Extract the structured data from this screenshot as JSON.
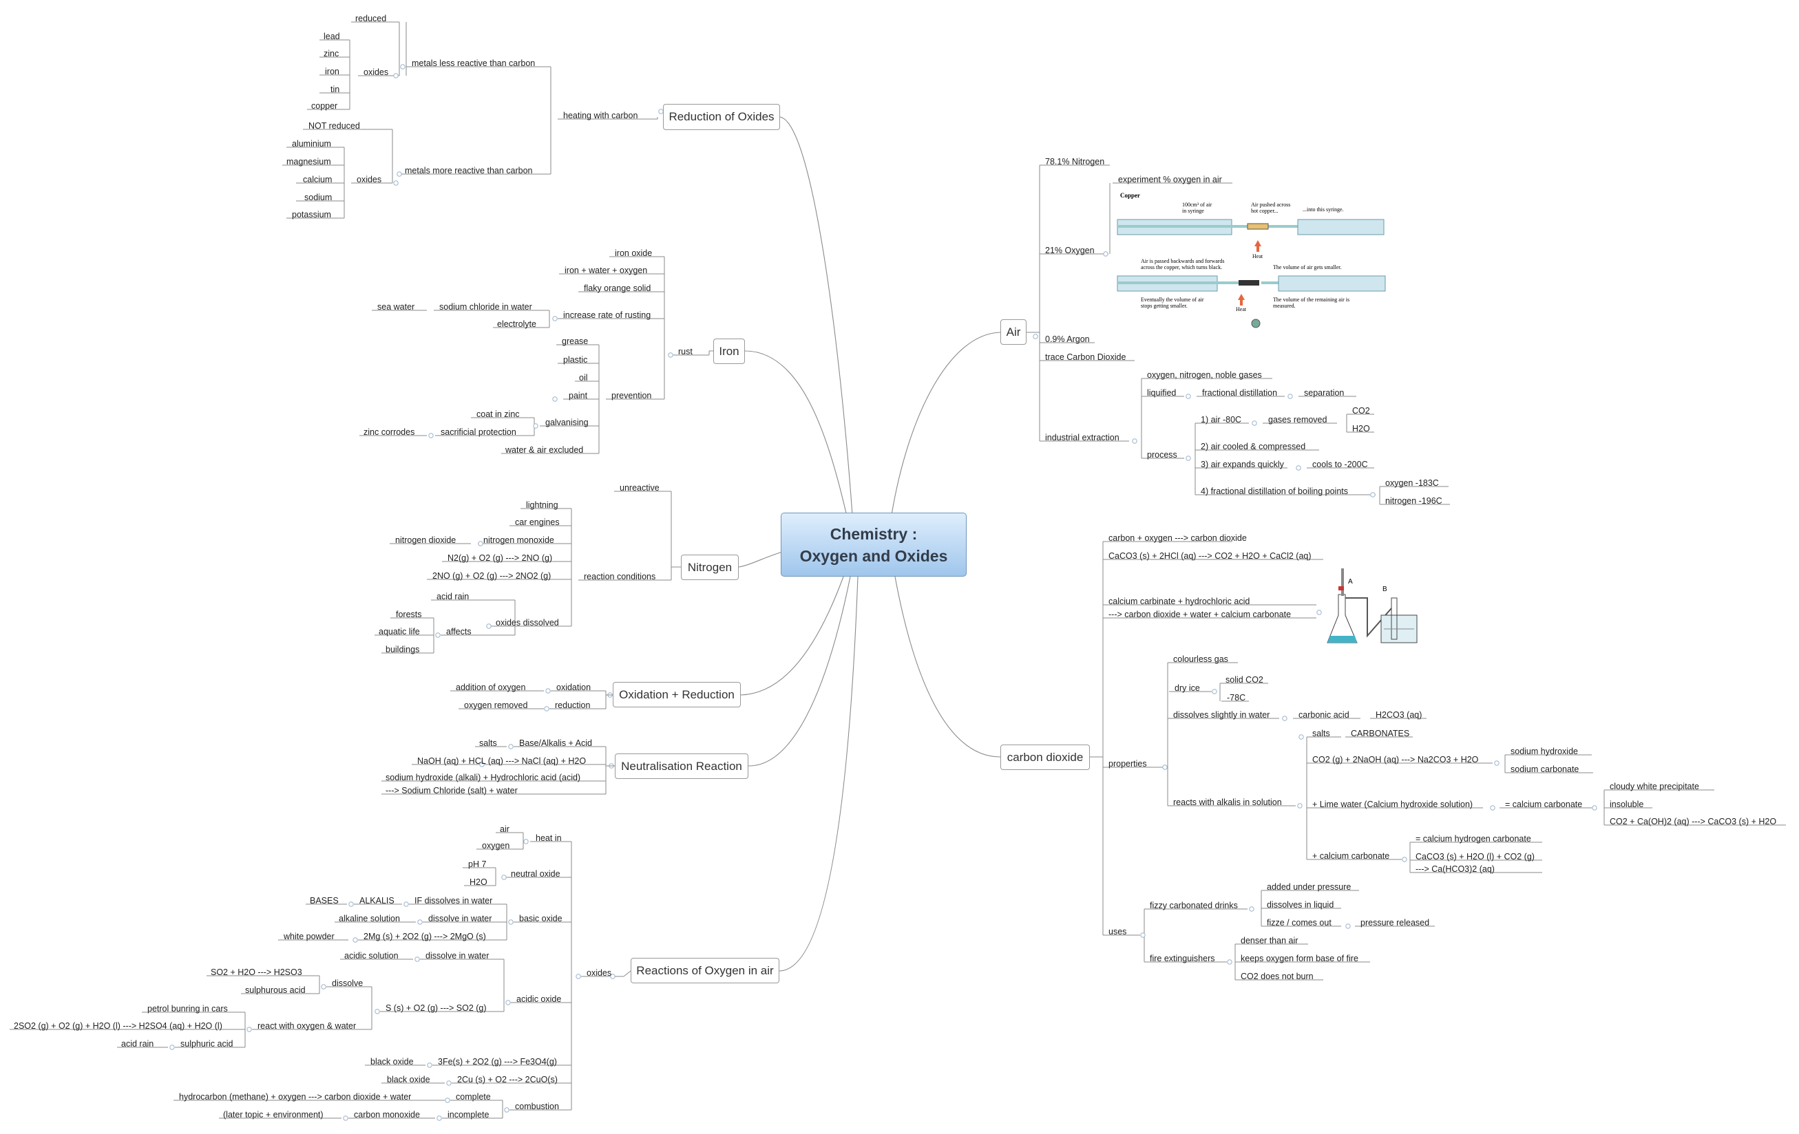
{
  "central": {
    "line1": "Chemistry :",
    "line2": "Oxygen and Oxides"
  },
  "topics": {
    "reduction": "Reduction of Oxides",
    "iron": "Iron",
    "nitrogen": "Nitrogen",
    "oxred": "Oxidation + Reduction",
    "neut": "Neutralisation Reaction",
    "reactions": "Reactions of Oxygen in air",
    "air": "Air",
    "co2": "carbon dioxide"
  },
  "left": {
    "heating": "heating with carbon",
    "less": "metals less reactive than carbon",
    "reduced": "reduced",
    "oxides1": "oxides",
    "lead": "lead",
    "zinc": "zinc",
    "iron": "iron",
    "tin": "tin",
    "copper": "copper",
    "more": "metals more reactive than carbon",
    "notreduced": "NOT reduced",
    "oxides2": "oxides",
    "aluminium": "aluminium",
    "magnesium": "magnesium",
    "calcium": "calcium",
    "sodium": "sodium",
    "potassium": "potassium",
    "rust": "rust",
    "ironoxide": "iron oxide",
    "ironwater": "iron + water + oxygen",
    "flaky": "flaky orange solid",
    "increase": "increase rate of rusting",
    "sodiumchloride": "sodium chloride in water",
    "seawater": "sea water",
    "electrolyte": "electrolyte",
    "prevention": "prevention",
    "grease": "grease",
    "plastic": "plastic",
    "oil": "oil",
    "paint": "paint",
    "galvanising": "galvanising",
    "coatzinc": "coat in zinc",
    "sacrificial": "sacrificial protection",
    "zinccorrodes": "zinc corrodes",
    "waterair": "water & air excluded",
    "unreactive": "unreactive",
    "reactioncond": "reaction conditions",
    "lightning": "lightning",
    "carengines": "car engines",
    "nitrogenmonoxide": "nitrogen monoxide",
    "nitrogendioxide": "nitrogen dioxide",
    "n2o2": "N2(g) + O2 (g) ---> 2NO (g)",
    "2no": "2NO (g) + O2 (g) ---> 2NO2 (g)",
    "oxidesdissolved": "oxides dissolved",
    "acidrain": "acid rain",
    "affects": "affects",
    "forests": "forests",
    "aquatic": "aquatic life",
    "buildings": "buildings",
    "oxidation": "oxidation",
    "addoxygen": "addition of oxygen",
    "reduction": "reduction",
    "oxyremoved": "oxygen removed",
    "basealk": "Base/Alkalis + Acid",
    "salts": "salts",
    "naoh": "NaOH (aq) + HCL (aq) ---> NaCl (aq) + H2O",
    "sodhyd1": "sodium hydroxide (alkali) + Hydrochloric acid (acid)",
    "sodhyd2": "---> Sodium Chloride (salt) + water",
    "oxides": "oxides",
    "heatin": "heat in",
    "air": "air",
    "oxygen": "oxygen",
    "neutral": "neutral oxide",
    "ph7": "pH 7",
    "h2o": "H2O",
    "basic": "basic oxide",
    "ifdissolves": "IF dissolves in water",
    "alkalis": "ALKALIS",
    "bases": "BASES",
    "dissolvein": "dissolve in water",
    "alkalinesol": "alkaline solution",
    "2mg": "2Mg (s) + 2O2 (g) ---> 2MgO (s)",
    "whitepowder": "white powder",
    "acidicoxide": "acidic oxide",
    "dissolvein2": "dissolve in water",
    "acidicsol": "acidic solution",
    "dissolve": "dissolve",
    "so2h2o": "SO2 + H2O ---> H2SO3",
    "sulphurous": "sulphurous acid",
    "s_o2": "S (s) + O2 (g) ---> SO2 (g)",
    "reactwith": "react with oxygen & water",
    "petrol": "petrol bunring in cars",
    "2so2": "2SO2 (g) + O2 (g) + H2O (l) ---> H2SO4 (aq) + H2O (l)",
    "sulphuric": "sulphuric acid",
    "acidrain2": "acid rain",
    "fe": "3Fe(s) + 2O2 (g) ---> Fe3O4(g)",
    "blackoxide1": "black oxide",
    "cu": "2Cu (s) + O2 ---> 2CuO(s)",
    "blackoxide2": "black oxide",
    "combustion": "combustion",
    "complete": "complete",
    "hydrocarbon": "hydrocarbon (methane) + oxygen ---> carbon dioxide + water",
    "incomplete": "incomplete",
    "cmonoxide": "carbon monoxide",
    "latertopic": "(later topic + environment)"
  },
  "right": {
    "nitrogen78": "78.1% Nitrogen",
    "oxygen21": "21% Oxygen",
    "experiment": "experiment % oxygen in air",
    "argon": "0.9% Argon",
    "traceco2": "trace Carbon Dioxide",
    "industrial": "industrial extraction",
    "onng": "oxygen, nitrogen, noble gases",
    "liquified": "liquified",
    "fractional": "fractional distillation",
    "separation": "separation",
    "process": "process",
    "air80": "1) air -80C",
    "gasesremoved": "gases removed",
    "co2": "CO2",
    "h2o": "H2O",
    "aircooled": "2) air cooled & compressed",
    "airexpands": "3) air expands quickly",
    "cools200": "cools to -200C",
    "fracboil": "4) fractional distillation of boiling points",
    "oxygen183": "oxygen -183C",
    "nitrogen196": "nitrogen -196C",
    "coxygen": "carbon + oxygen ---> carbon dioxide",
    "caco3": "CaCO3 (s) + 2HCl (aq) ---> CO2 + H2O + CaCl2 (aq)",
    "calcarb1": "calcium carbinate + hydrochloric acid",
    "calcarb2": "---> carbon dioxide + water + calcium carbonate",
    "properties": "properties",
    "colourless": "colourless gas",
    "dryice": "dry ice",
    "solidco2": "solid CO2",
    "minus78": "-78C",
    "dissolvesslightly": "dissolves slightly in water",
    "carbonicacid": "carbonic acid",
    "h2co3": "H2CO3 (aq)",
    "reactsalk": "reacts with alkalis in solution",
    "salts": "salts",
    "carbonates": "CARBONATES",
    "co2naoh": "CO2 (g) + 2NaOH (aq) ---> Na2CO3 + H2O",
    "sodiumhydroxide": "sodium hydroxide",
    "sodiumcarbonate": "sodium carbonate",
    "limewater": "+ Lime water (Calcium hydroxide solution)",
    "eqcalcarb": "= calcium carbonate",
    "cloudy": "cloudy white precipitate",
    "insoluble": "insoluble",
    "co2caoh": "CO2 + Ca(OH)2 (aq) ---> CaCO3 (s) + H2O",
    "pluscalcarb": "+ calcium carbonate",
    "eqhydrogen": "= calcium hydrogen carbonate",
    "caco3h2o1": "CaCO3 (s) + H2O (l) + CO2 (g)",
    "caco3h2o2": "---> Ca(HCO3)2 (aq)",
    "uses": "uses",
    "fizzy": "fizzy carbonated drinks",
    "addedpressure": "added under pressure",
    "dissolvesliquid": "dissolves in liquid",
    "fizze": "fizze / comes out",
    "pressurereleased": "pressure released",
    "fireext": "fire extinguishers",
    "denser": "denser than air",
    "keepsoxygen": "keeps oxygen form base of fire",
    "co2notburn": "CO2 does not burn"
  },
  "figure_copper": {
    "title": "Copper",
    "t1a": "100cm³ of air",
    "t1b": "in syringe",
    "t2a": "Air pushed across",
    "t2b": "hot copper...",
    "t3": "...into this syringe.",
    "heat1": "Heat",
    "t4a": "Air is passed backwards and forwards",
    "t4b": "across the copper, which turns black.",
    "t5": "The volume of air gets smaller.",
    "t6a": "Eventually the volume of air",
    "t6b": "stops getting smaller.",
    "heat2": "Heat",
    "t7a": "The volume of the remaining air is",
    "t7b": "measured."
  },
  "figure_apparatus": {
    "a": "A",
    "b": "B"
  },
  "colors": {
    "line": "#8a8a8a",
    "central_top": "#dfeefc",
    "central_bottom": "#9fc6ec",
    "bullet": "#9db4cc"
  }
}
